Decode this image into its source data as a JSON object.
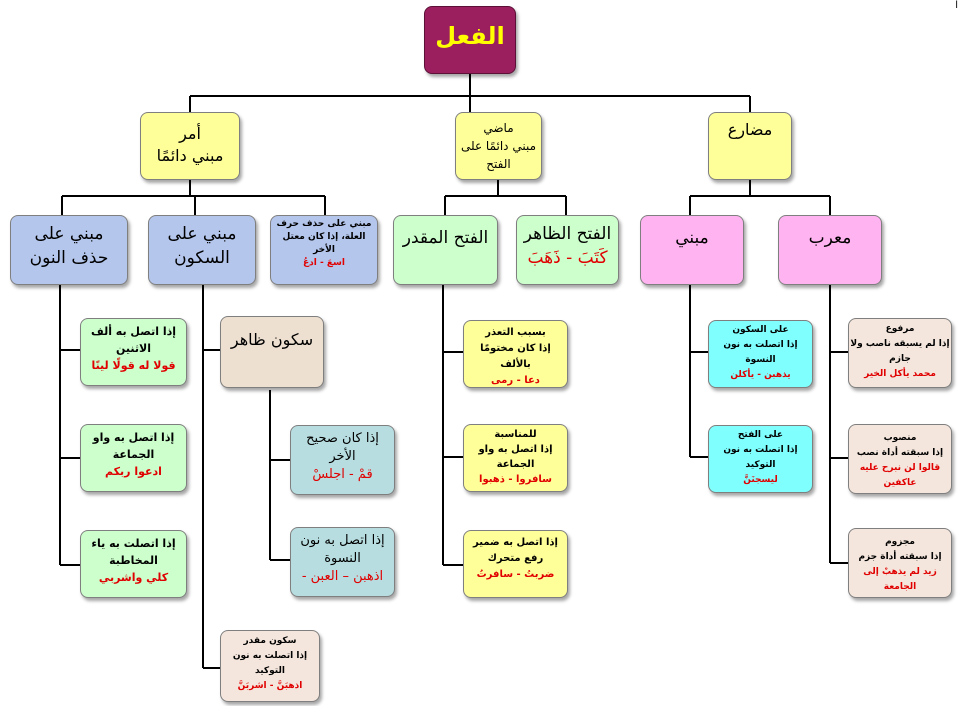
{
  "root": "الفعل",
  "corner_mark": "ا",
  "level1": {
    "amr": {
      "line1": "أمر",
      "line2": "مبني دائمًا"
    },
    "madi": {
      "line1": "ماضي",
      "line2": "مبني دائمًا على",
      "line3": "الفتح"
    },
    "mudari": {
      "line1": "مضارع"
    }
  },
  "amr_children": {
    "hadhf_nun": {
      "line1": "مبني على",
      "line2": "حذف النون"
    },
    "sukun": {
      "line1": "مبني على",
      "line2": "السكون"
    },
    "hadhf_harf": {
      "line1": "مبني على حذف حرف",
      "line2": "العلة، إذا كان معتل",
      "line3": "الأخر",
      "example": "اسعَ - ادعُ"
    }
  },
  "madi_children": {
    "muqaddar": {
      "line1": "الفتح المقدر"
    },
    "zahir": {
      "line1": "الفتح الظاهر",
      "example": "كَتَبَ - ذَهَبَ"
    }
  },
  "mudari_children": {
    "mabni": {
      "line1": "مبني"
    },
    "murab": {
      "line1": "معرب"
    }
  },
  "hadhf_nun_items": [
    {
      "line1": "إذا اتصل به ألف",
      "line2": "الاثنين",
      "example": "قولا له قولًا لينًا"
    },
    {
      "line1": "إذا اتصل به واو",
      "line2": "الجماعة",
      "example": "ادعوا ربكم"
    },
    {
      "line1": "إذا اتصلت به ياء",
      "line2": "المخاطبة",
      "example": "كلي واشربي"
    }
  ],
  "sukun_zahir": {
    "line1": "سكون ظاهر"
  },
  "sukun_zahir_items": [
    {
      "line1": "إذا كان صحيح",
      "line2": "الأخر",
      "example": "قمْ - اجلسْ"
    },
    {
      "line1": "إذا اتصل به نون",
      "line2": "النسوة",
      "example": "اذهبن – العبن -"
    }
  ],
  "sukun_muqaddar": {
    "line1": "سكون مقدر",
    "line2": "إذا اتصلت به نون",
    "line3": "التوكيد",
    "example": "اذهبَنَّ - اشربَنَّ"
  },
  "muqaddar_items": [
    {
      "line1": "بسبب التعذر",
      "line2": "إذا كان مختومًا بالألف",
      "example": "دعا - رمى"
    },
    {
      "line1": "للمناسبة",
      "line2": "إذا اتصل به واو",
      "line3": "الجماعة",
      "example": "سافروا - ذهبوا"
    },
    {
      "line1": "إذا اتصل به ضمير",
      "line2": "رفع متحرك",
      "example": "ضربتُ - سافرتُ"
    }
  ],
  "mabni_items": [
    {
      "line1": "على السكون",
      "line2": "إذا اتصلت به نون",
      "line3": "النسوة",
      "example": "يذهبن - يأكلن"
    },
    {
      "line1": "على الفتح",
      "line2": "إذا اتصلت به نون",
      "line3": "التوكيد",
      "example": "ليسجنَنَّ"
    }
  ],
  "murab_items": [
    {
      "line1": "مرفوع",
      "line2": "إذا لم يسبقه ناصب ولا",
      "line3": "جازم",
      "example": "محمد يأكل الخير"
    },
    {
      "line1": "منصوب",
      "line2": "إذا سبقته أداة نصب",
      "example": "قالوا لن نبرح عليه عاكفين"
    },
    {
      "line1": "مجزوم",
      "line2": "إذا سبقته أداة جزم",
      "example": "زيد لم يذهبْ إلى الجامعة"
    }
  ],
  "colors": {
    "root": "#9b1f5e",
    "root_text": "#ffff00",
    "yellow": "#ffff99",
    "blue": "#b4c6ec",
    "green": "#ccffcc",
    "pink": "#ffb3f0",
    "beige": "#eee0d1",
    "teal": "#b7dde0",
    "cyan": "#80ffff",
    "example_red": "#e00000",
    "lines": "#000000"
  }
}
